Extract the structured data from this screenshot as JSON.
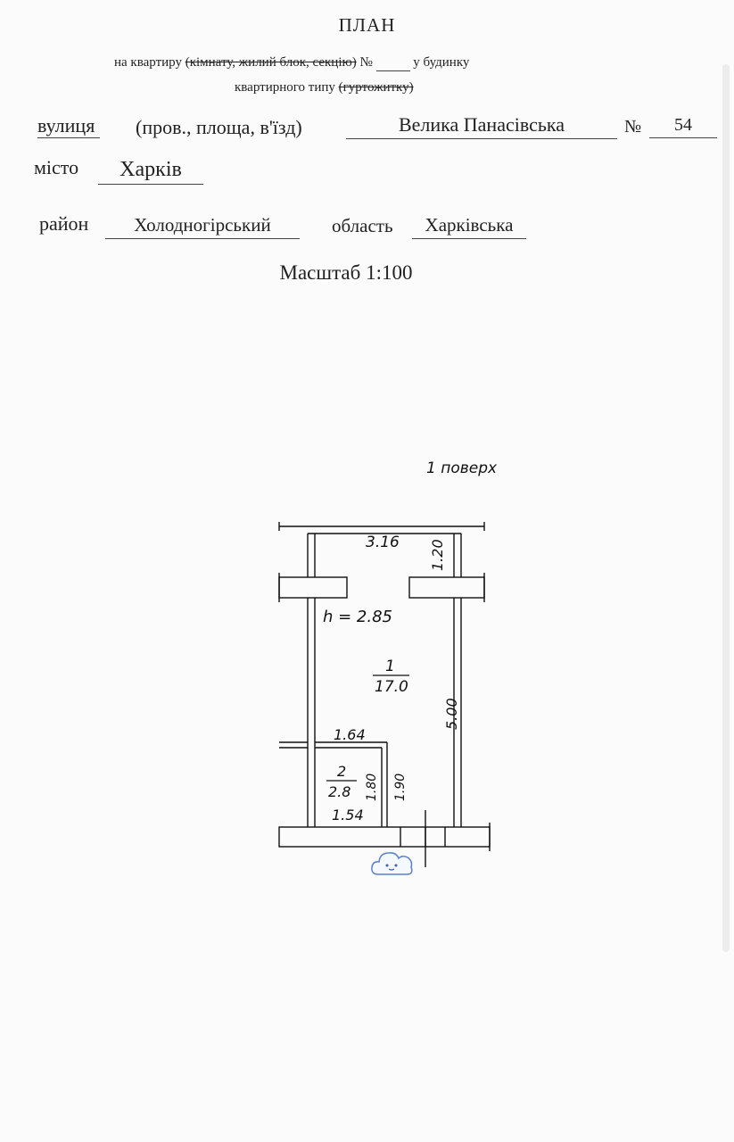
{
  "header": {
    "title": "ПЛАН",
    "line1_prefix": "на квартиру",
    "line1_struck": "(кімнату, жилий блок, секцію)",
    "line1_no": "№",
    "line1_suffix": "у будинку",
    "line2_prefix": "квартирного типу",
    "line2_struck": "(гуртожитку)",
    "line2_close": ")"
  },
  "address": {
    "street_label": "вулиця",
    "street_note": "(пров., площа, в'їзд)",
    "street_value": "Велика Панасівська",
    "number_label": "№",
    "number_value": "54",
    "city_label": "місто",
    "city_value": "Харків",
    "district_label": "район",
    "district_value": "Холодногірський",
    "region_label": "область",
    "region_value": "Харківська"
  },
  "scale": "Масштаб 1:100",
  "plan": {
    "floor_label": "1 поверх",
    "height_label": "h = 2.85",
    "room1_number": "1",
    "room1_area": "17.0",
    "room2_number": "2",
    "room2_area": "2.8",
    "dims": {
      "top_width": "3.16",
      "top_depth": "1.20",
      "right_length": "5.00",
      "small_top": "1.64",
      "small_bottom": "1.54",
      "small_left_height": "1.80",
      "small_right_height": "1.90"
    }
  }
}
